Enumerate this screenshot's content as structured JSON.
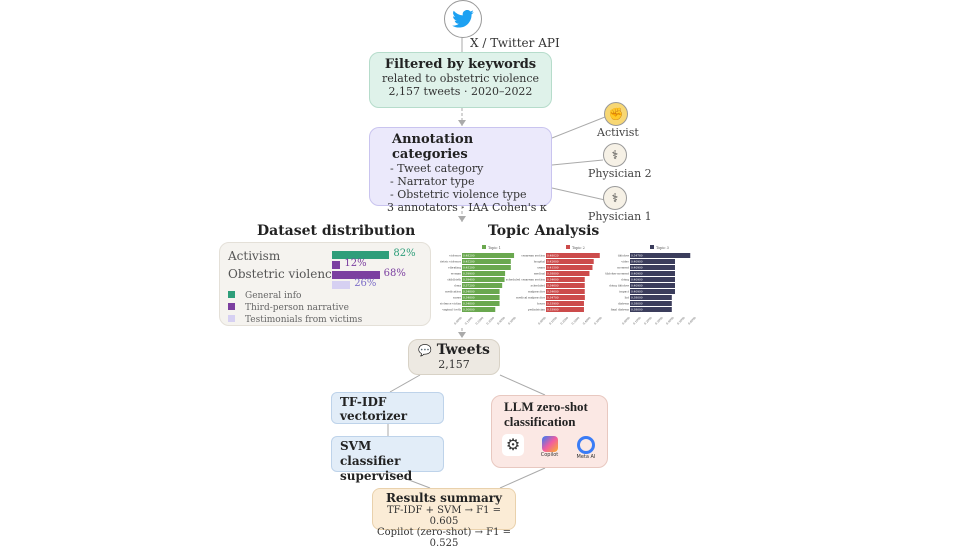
{
  "source": {
    "icon": "twitter-bird-icon",
    "label": "X / Twitter API"
  },
  "filter": {
    "title": "Filtered by keywords",
    "line1": "related to obstetric violence",
    "line2": "2,157 tweets · 2020–2022"
  },
  "annotation": {
    "title": "Annotation categories",
    "items": [
      "- Tweet category",
      "- Narrator type",
      "- Obstetric violence type"
    ],
    "footer": "3 annotators · IAA Cohen's κ"
  },
  "annotators": [
    "Activist",
    "Physician 2",
    "Physician 1"
  ],
  "dataset": {
    "title": "Dataset distribution",
    "rows": [
      {
        "label": "Activism",
        "bars": [
          {
            "value": 82,
            "text": "82%",
            "color": "#2e9e7a"
          },
          {
            "value": 12,
            "text": "12%",
            "color": "#7b3fa0"
          }
        ]
      },
      {
        "label": "Obstetric violence",
        "bars": [
          {
            "value": 68,
            "text": "68%",
            "color": "#7b3fa0"
          },
          {
            "value": 26,
            "text": "26%",
            "color": "#d6d0f2"
          }
        ]
      }
    ],
    "legend": [
      {
        "label": "General info",
        "color": "#2e9e7a"
      },
      {
        "label": "Third-person narrative",
        "color": "#7b3fa0"
      },
      {
        "label": "Testimonials from victims",
        "color": "#d6d0f2"
      }
    ]
  },
  "topic_title": "Topic Analysis",
  "chart_data": [
    {
      "type": "bar",
      "title": "Topic 1",
      "color": "#6aa84f",
      "xlim": [
        0,
        0.5
      ],
      "ticks": [
        "0.0000",
        "0.1000",
        "0.2000",
        "0.3000",
        "0.4000",
        "0.5000"
      ],
      "categories": [
        "violence",
        "obstetric violence",
        "vibrating",
        "woman",
        "childbirth",
        "dona",
        "medication",
        "nurse",
        "violence victim",
        "vaginal tooth"
      ],
      "values": [
        0.482,
        0.452,
        0.452,
        0.399,
        0.394,
        0.372,
        0.348,
        0.348,
        0.348,
        0.308
      ]
    },
    {
      "type": "bar",
      "title": "Topic 2",
      "color": "#cc4b4b",
      "xlim": [
        0,
        0.5
      ],
      "ticks": [
        "0.0000",
        "0.1000",
        "0.2000",
        "0.3000",
        "0.4000",
        "0.5000"
      ],
      "categories": [
        "cesarean section",
        "hospital",
        "years",
        "medical",
        "scheduled cesarean section",
        "scheduled",
        "malpractice",
        "medical malpractice",
        "hours",
        "pediatrician"
      ],
      "values": [
        0.4802,
        0.426,
        0.415,
        0.388,
        0.346,
        0.346,
        0.346,
        0.347,
        0.339,
        0.339
      ]
    },
    {
      "type": "bar",
      "title": "Topic 3",
      "color": "#3b3d5c",
      "xlim": [
        0,
        0.6
      ],
      "ticks": [
        "0.0000",
        "0.1000",
        "0.2000",
        "0.3000",
        "0.4000",
        "0.5000",
        "0.6000"
      ],
      "categories": [
        "tiktoker",
        "video",
        "moment",
        "tiktoker moment",
        "doing",
        "doing tiktoker",
        "impact",
        "list",
        "distress",
        "final distress"
      ],
      "values": [
        0.5478,
        0.409,
        0.409,
        0.409,
        0.409,
        0.409,
        0.409,
        0.38,
        0.38,
        0.38
      ]
    }
  ],
  "tweets": {
    "title": "Tweets",
    "count": "2,157",
    "icon": "tweet-bubble-icon"
  },
  "tfidf": {
    "title": "TF-IDF vectorizer"
  },
  "svm": {
    "title": "SVM classifier supervised"
  },
  "llm": {
    "title": "LLM zero-shot classification",
    "models": [
      {
        "icon": "chatgpt-icon",
        "label": ""
      },
      {
        "icon": "copilot-icon",
        "label": "Copilot"
      },
      {
        "icon": "meta-ai-icon",
        "label": "Meta AI"
      }
    ]
  },
  "results": {
    "title": "Results summary",
    "line1": "TF-IDF + SVM → F1 = 0.605",
    "line2": "Copilot (zero-shot) → F1 = 0.525"
  }
}
